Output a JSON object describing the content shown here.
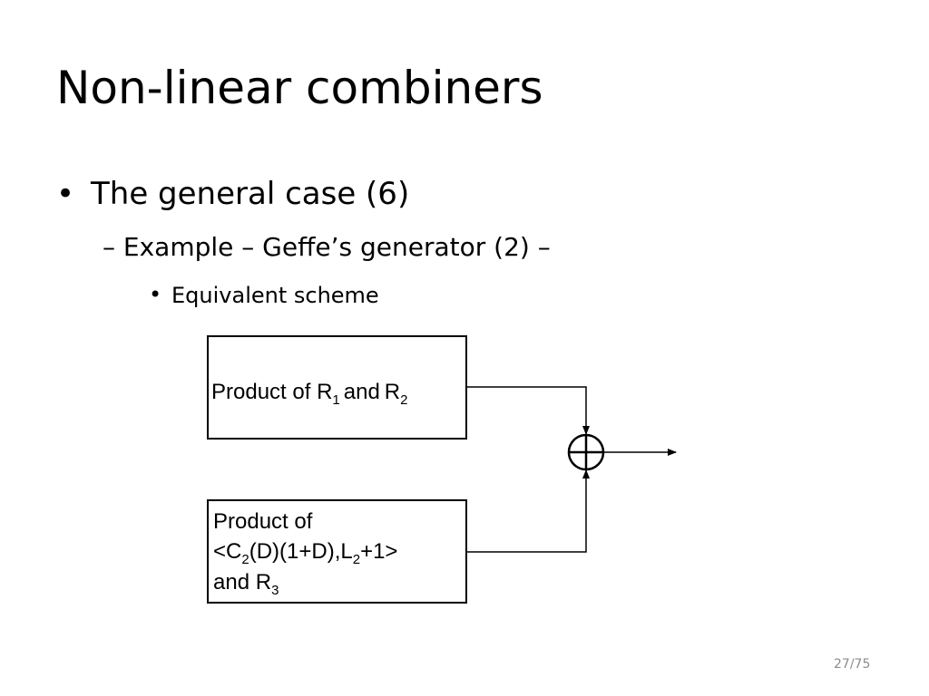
{
  "slide": {
    "title": "Non-linear combiners",
    "bullet1": {
      "marker": "•",
      "text": "The general case (6)"
    },
    "bullet2": {
      "text": "– Example – Geffe’s generator (2) –"
    },
    "bullet3": {
      "marker": "•",
      "text": "Equivalent scheme"
    },
    "page_number": "27/75"
  },
  "diagram": {
    "box1": {
      "prefix": "Product of ",
      "r1": "R",
      "r1_sub": "1",
      "and": "and",
      "r2": "R",
      "r2_sub": "2"
    },
    "box2": {
      "line1": "Product of",
      "line2_a": "<C",
      "line2_sub": "2",
      "line2_b": "(D)(1+D),L",
      "line2_sub2": "2",
      "line2_c": "+1>",
      "line3_a": "and ",
      "line3_r": "R",
      "line3_sub": "3"
    }
  }
}
